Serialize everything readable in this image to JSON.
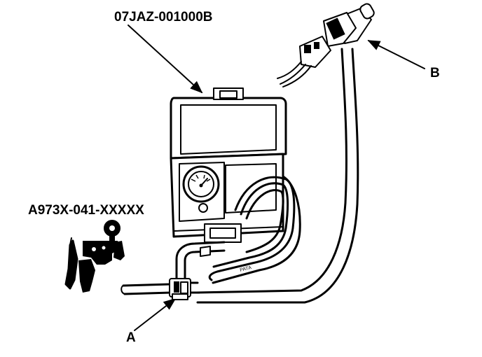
{
  "labels": {
    "tool_part_number": "07JAZ-001000B",
    "tester_part_number": "A973X-041-XXXXX",
    "callout_a": "A",
    "callout_b": "B"
  },
  "colors": {
    "ink": "#000000",
    "background": "#ffffff"
  },
  "icons": {
    "pressure_gauge": "gauge-dial-icon",
    "arrow": "arrow-head-icon"
  }
}
